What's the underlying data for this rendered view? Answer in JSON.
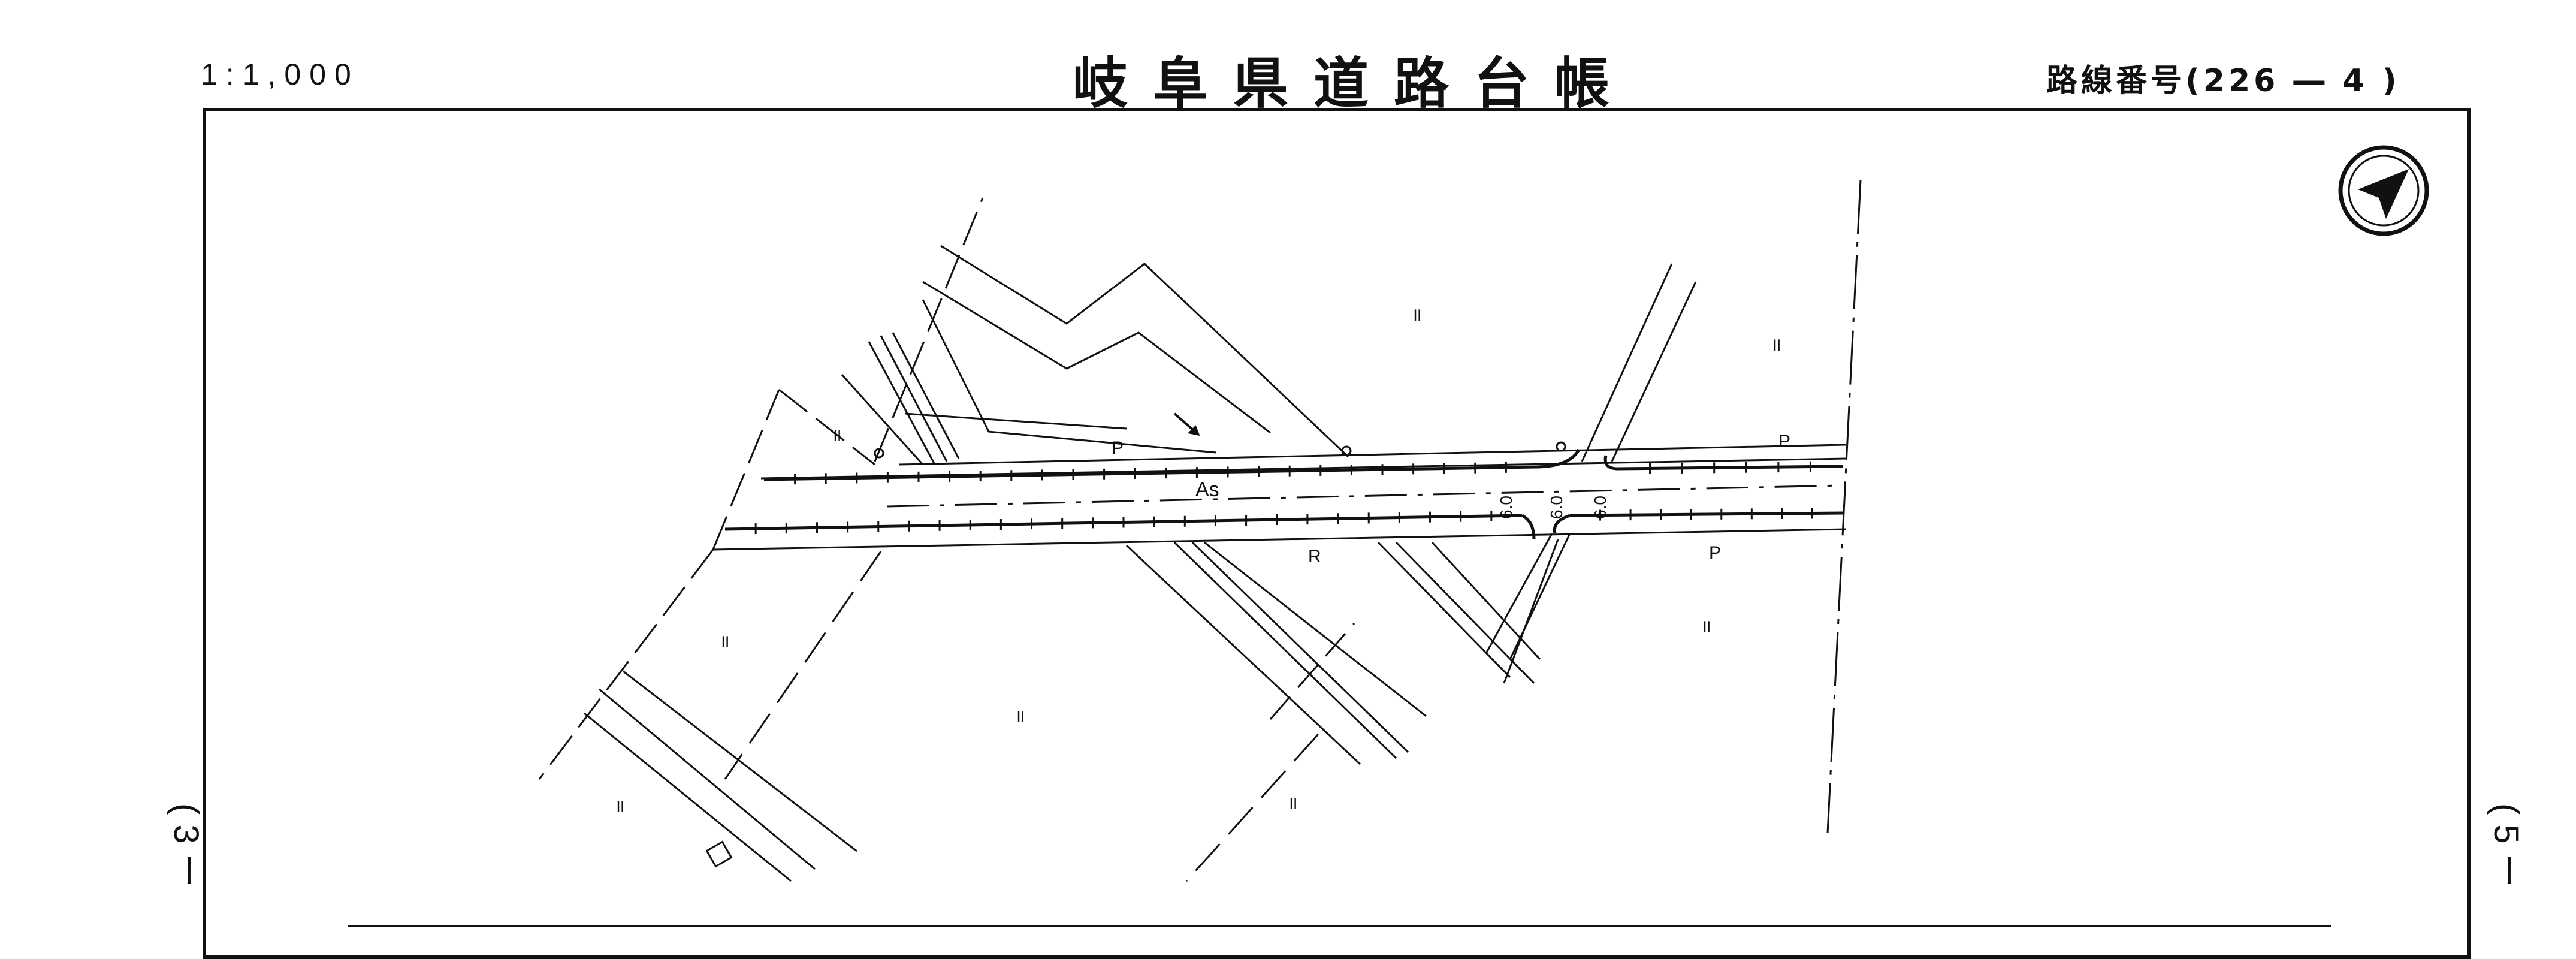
{
  "header": {
    "scale": "1:1,000",
    "title": "岐阜県道路台帳",
    "route_prefix": "路線番号(",
    "route_number": "226 ― 4",
    "route_suffix": ")"
  },
  "map": {
    "labels": {
      "pavement": "As",
      "p_top_left": "P",
      "p_top_right": "P",
      "p_bottom_right": "P",
      "r_bottom": "R",
      "width_1": "6.0",
      "width_2": "6.0",
      "width_3": "6.0",
      "mark_1": "॥",
      "mark_2": "॥",
      "mark_3": "॥",
      "mark_4": "॥",
      "mark_5": "॥",
      "mark_6": "॥",
      "mark_7": "॥",
      "mark_8": "॥"
    },
    "icons": [
      "north-arrow-icon",
      "direction-arrow-icon",
      "utility-pole-icon"
    ]
  },
  "adjacent_sheets": {
    "previous": "( 3 ー",
    "next": "( 5 ー"
  }
}
